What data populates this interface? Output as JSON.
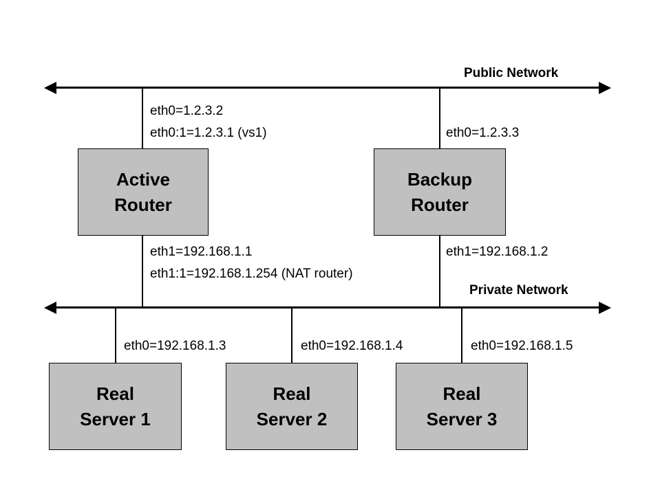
{
  "networks": {
    "public": {
      "label": "Public Network"
    },
    "private": {
      "label": "Private Network"
    }
  },
  "active_router": {
    "title": "Active\nRouter",
    "eth0": "eth0=1.2.3.2",
    "eth0_alias": "eth0:1=1.2.3.1 (vs1)",
    "eth1": "eth1=192.168.1.1",
    "eth1_alias": "eth1:1=192.168.1.254 (NAT router)"
  },
  "backup_router": {
    "title": "Backup\nRouter",
    "eth0": "eth0=1.2.3.3",
    "eth1": "eth1=192.168.1.2"
  },
  "servers": [
    {
      "title": "Real\nServer 1",
      "eth0": "eth0=192.168.1.3"
    },
    {
      "title": "Real\nServer 2",
      "eth0": "eth0=192.168.1.4"
    },
    {
      "title": "Real\nServer 3",
      "eth0": "eth0=192.168.1.5"
    }
  ],
  "colors": {
    "box_fill": "#c0c0c0",
    "box_border": "#000000",
    "line": "#000000",
    "background": "#ffffff"
  }
}
